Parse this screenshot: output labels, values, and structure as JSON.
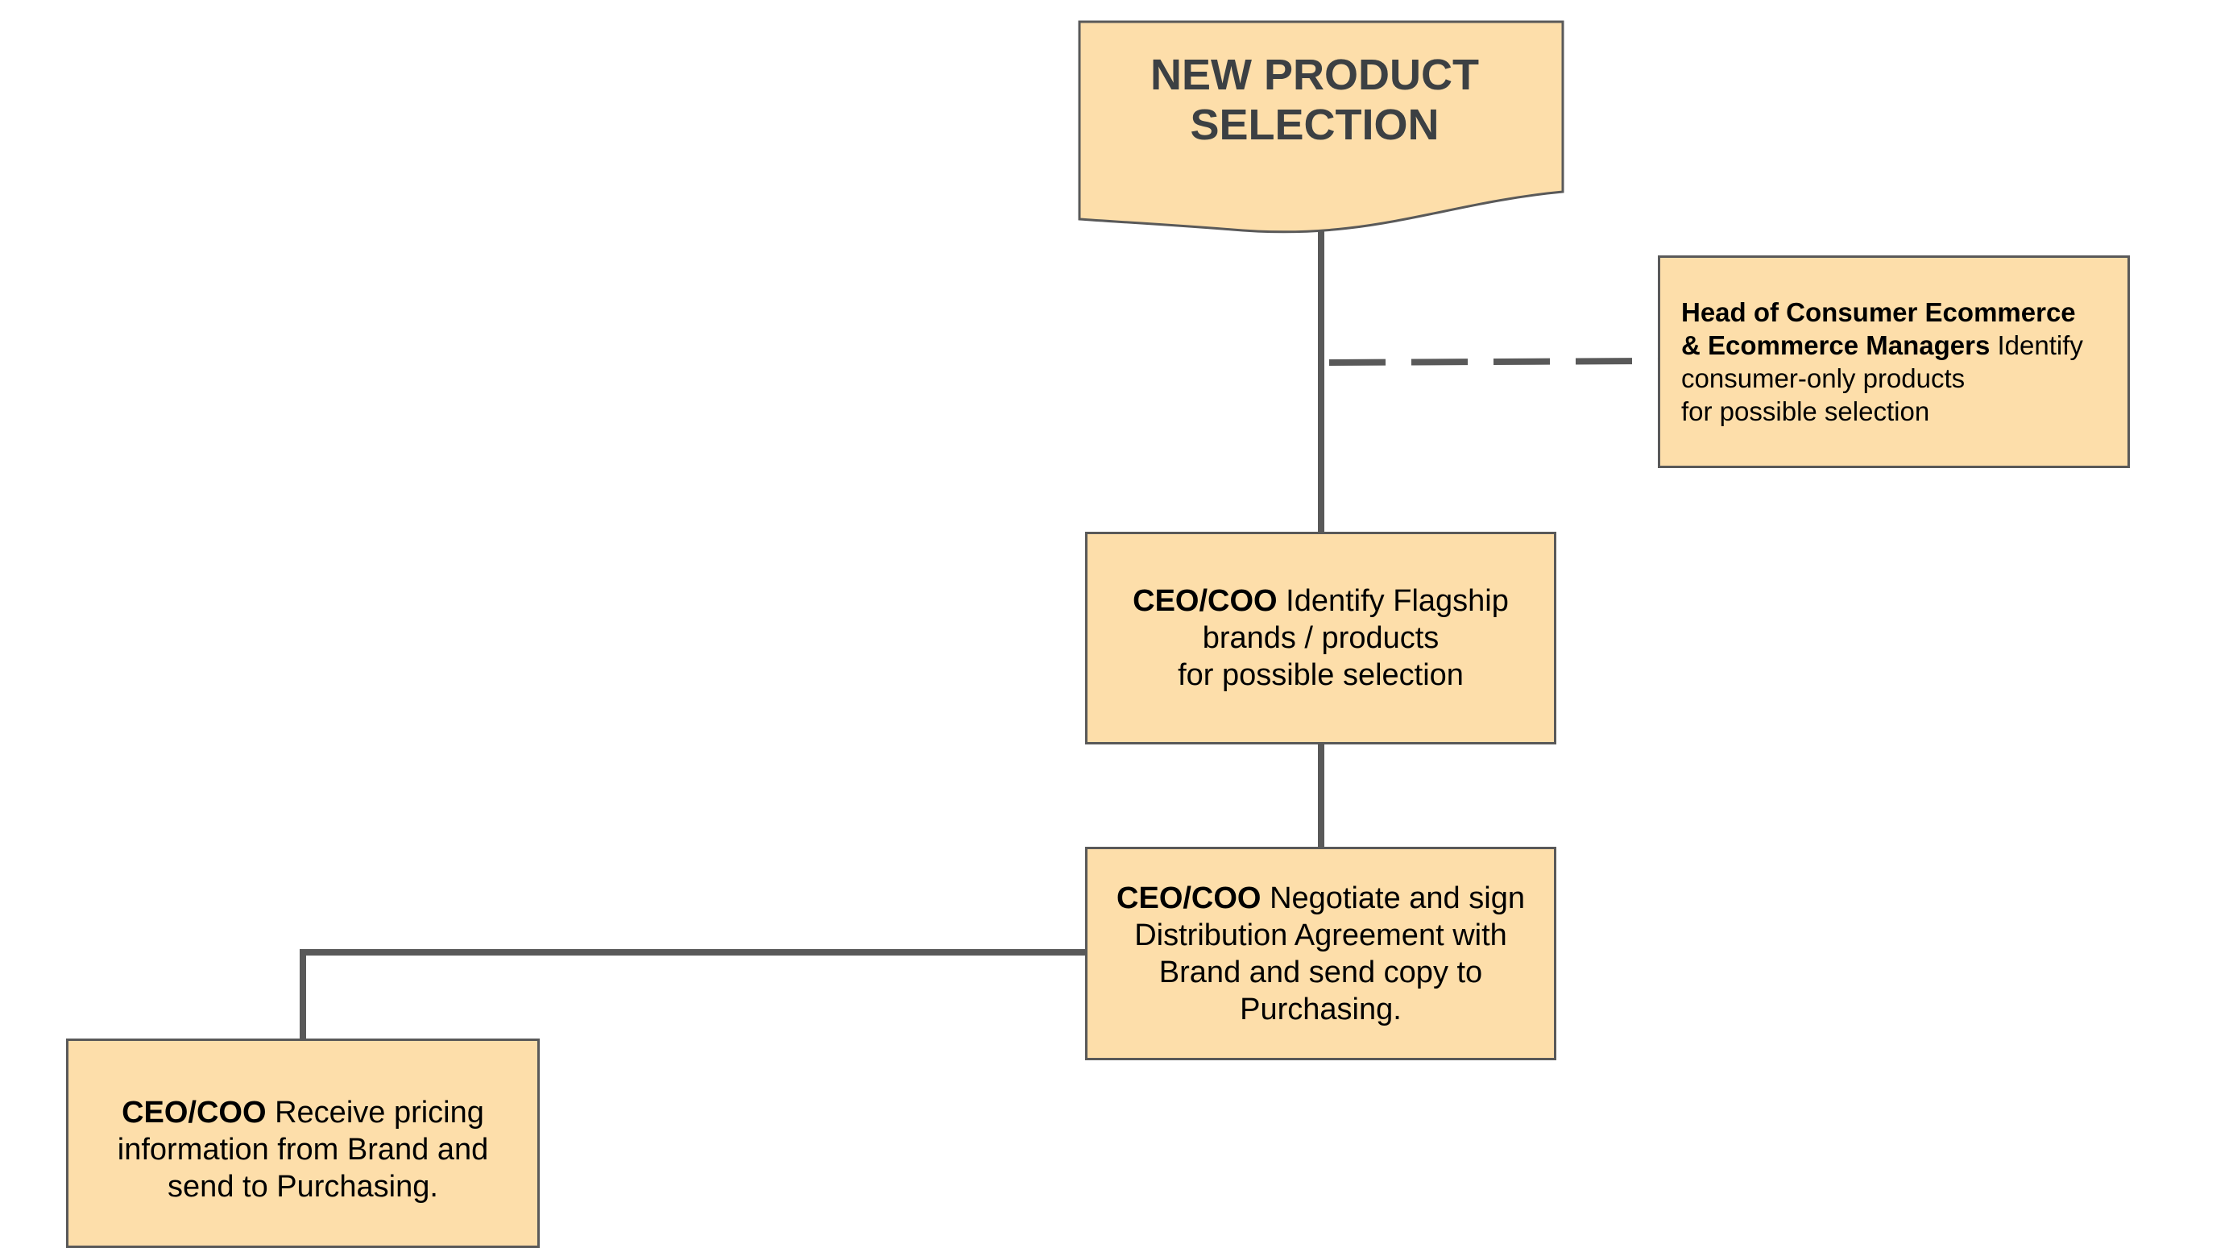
{
  "diagram": {
    "title": {
      "line1": "NEW PRODUCT",
      "line2": "SELECTION"
    },
    "nodes": {
      "ecommerce": {
        "role_line1": "Head of Consumer Ecommerce",
        "role_line2": "& Ecommerce Managers",
        "task_tail": "Identify",
        "task_line3": "consumer-only products",
        "task_line4": "for possible selection"
      },
      "flagship": {
        "role": "CEO/COO",
        "task_line1": "Identify Flagship",
        "task_line2": "brands / products",
        "task_line3": "for possible selection"
      },
      "negotiate": {
        "role": "CEO/COO",
        "task_line1": "Negotiate and sign",
        "task_line2": "Distribution Agreement with",
        "task_line3": "Brand and send copy to",
        "task_line4": "Purchasing."
      },
      "pricing": {
        "role": "CEO/COO",
        "task_line1": "Receive pricing",
        "task_line2": "information from Brand and",
        "task_line3": "send to Purchasing."
      }
    },
    "colors": {
      "box_fill": "#fddeaa",
      "box_border": "#595959",
      "connector": "#595959",
      "title_text": "#3c4043"
    }
  }
}
